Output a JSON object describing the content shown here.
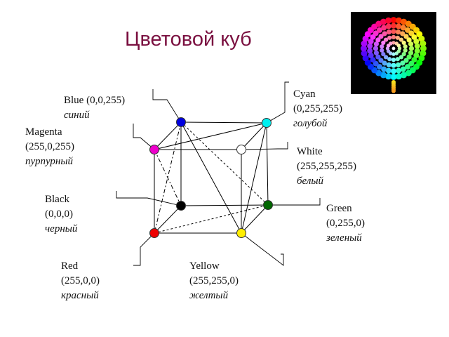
{
  "title": "Цветовой куб",
  "vertices": {
    "blue": {
      "name": "Blue",
      "code": "(0,0,255)",
      "ru": "синий",
      "color": "#0000e0"
    },
    "cyan": {
      "name": "Cyan",
      "code": "(0,255,255)",
      "ru": "голубой",
      "color": "#00f0f0"
    },
    "magenta": {
      "name": "Magenta",
      "code": "(255,0,255)",
      "ru": "пурпурный",
      "color": "#ee00cc"
    },
    "white": {
      "name": "White",
      "code": "(255,255,255)",
      "ru": "белый",
      "color": "#ffffff"
    },
    "black": {
      "name": "Black",
      "code": "(0,0,0)",
      "ru": "черный",
      "color": "#000000"
    },
    "green": {
      "name": "Green",
      "code": "(0,255,0)",
      "ru": "зеленый",
      "color": "#006600"
    },
    "red": {
      "name": "Red",
      "code": "(255,0,0)",
      "ru": "красный",
      "color": "#ee0000"
    },
    "yellow": {
      "name": "Yellow",
      "code": "(255,255,0)",
      "ru": "желтый",
      "color": "#ffee00"
    }
  },
  "logo": {
    "icon": "color-cube-rainbow-icon"
  }
}
